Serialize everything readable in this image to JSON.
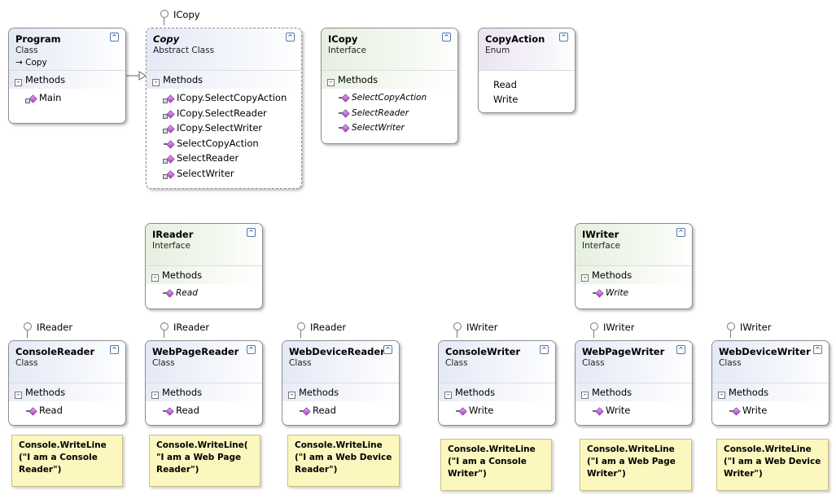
{
  "section_label": "Methods",
  "classes": {
    "program": {
      "name": "Program",
      "stereotype": "Class",
      "inherits": "→ Copy",
      "methods": [
        "Main"
      ]
    },
    "copy": {
      "name": "Copy",
      "stereotype": "Abstract Class",
      "lollipop": "ICopy",
      "methods": [
        "ICopy.SelectCopyAction",
        "ICopy.SelectReader",
        "ICopy.SelectWriter",
        "SelectCopyAction",
        "SelectReader",
        "SelectWriter"
      ]
    },
    "icopy": {
      "name": "ICopy",
      "stereotype": "Interface",
      "methods": [
        "SelectCopyAction",
        "SelectReader",
        "SelectWriter"
      ]
    },
    "copyaction": {
      "name": "CopyAction",
      "stereotype": "Enum",
      "values": [
        "Read",
        "Write"
      ]
    },
    "ireader": {
      "name": "IReader",
      "stereotype": "Interface",
      "methods": [
        "Read"
      ]
    },
    "iwriter": {
      "name": "IWriter",
      "stereotype": "Interface",
      "methods": [
        "Write"
      ]
    },
    "consolereader": {
      "name": "ConsoleReader",
      "stereotype": "Class",
      "lollipop": "IReader",
      "methods": [
        "Read"
      ],
      "note": "Console.WriteLine\n(\"I am a Console\nReader\")"
    },
    "webpagereader": {
      "name": "WebPageReader",
      "stereotype": "Class",
      "lollipop": "IReader",
      "methods": [
        "Read"
      ],
      "note": "Console.WriteLine(\n\"I am a Web Page\nReader\")"
    },
    "webdevicereader": {
      "name": "WebDeviceReader",
      "stereotype": "Class",
      "lollipop": "IReader",
      "methods": [
        "Read"
      ],
      "note": "Console.WriteLine\n(\"I am a Web Device\nReader\")"
    },
    "consolewriter": {
      "name": "ConsoleWriter",
      "stereotype": "Class",
      "lollipop": "IWriter",
      "methods": [
        "Write"
      ],
      "note": "Console.WriteLine\n(\"I am a Console\nWriter\")"
    },
    "webpagewriter": {
      "name": "WebPageWriter",
      "stereotype": "Class",
      "lollipop": "IWriter",
      "methods": [
        "Write"
      ],
      "note": "Console.WriteLine\n(\"I am a Web Page\nWriter\")"
    },
    "webdevicewriter": {
      "name": "WebDeviceWriter",
      "stereotype": "Class",
      "lollipop": "IWriter",
      "methods": [
        "Write"
      ],
      "note": "Console.WriteLine\n(\"I am a Web Device\nWriter\")"
    }
  }
}
